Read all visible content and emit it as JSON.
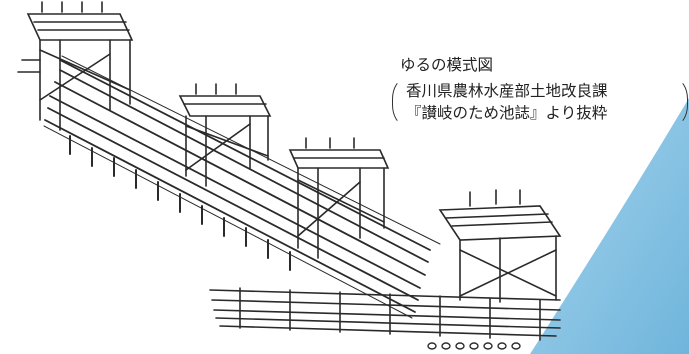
{
  "caption": {
    "title": "ゆるの模式図",
    "line1": "香川県農林水産部土地改良課",
    "line2": "『讃岐のため池誌』より抜粋"
  },
  "illustration": {
    "subject": "yuru-schematic-drawing",
    "line_color": "#2a2a2a",
    "accent_color": "#8ec6e6"
  }
}
